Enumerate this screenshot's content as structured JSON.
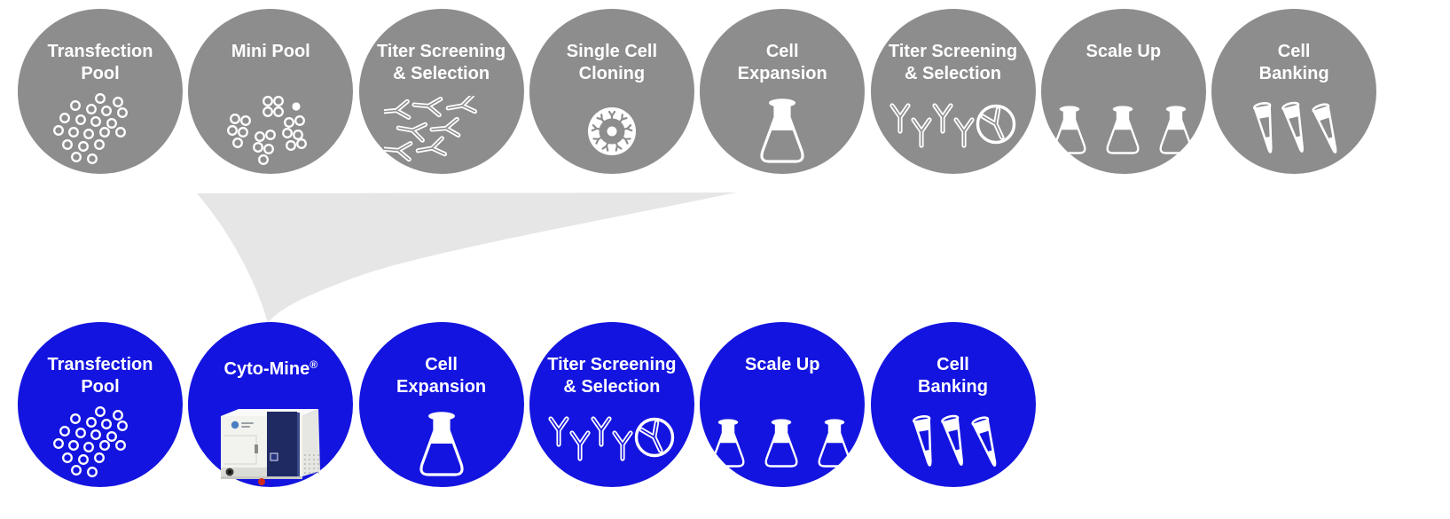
{
  "colors": {
    "top_circle_bg": "#8d8d8d",
    "bottom_circle_bg": "#1414e0",
    "funnel_fill": "#e6e6e6",
    "label_text": "#ffffff",
    "instrument_panel_navy": "#1f2a63",
    "instrument_body_white": "#f2f2ee",
    "instrument_led_red": "#cf2a1a"
  },
  "top_row": {
    "steps": [
      {
        "label": "Transfection\nPool",
        "icon": "scatter-cells-icon"
      },
      {
        "label": "Mini Pool",
        "icon": "clustered-cells-icon"
      },
      {
        "label": "Titer Screening\n& Selection",
        "icon": "antibodies-icon"
      },
      {
        "label": "Single Cell\nCloning",
        "icon": "single-cell-icon"
      },
      {
        "label": "Cell\nExpansion",
        "icon": "flask-icon"
      },
      {
        "label": "Titer Screening\n& Selection",
        "icon": "antibodies-selected-icon"
      },
      {
        "label": "Scale Up",
        "icon": "flasks-three-icon"
      },
      {
        "label": "Cell\nBanking",
        "icon": "cryovials-icon"
      }
    ]
  },
  "bottom_row": {
    "steps": [
      {
        "label": "Transfection\nPool",
        "icon": "scatter-cells-icon"
      },
      {
        "label": "Cyto-Mine",
        "sup": "®",
        "icon": "cytomine-instrument-icon"
      },
      {
        "label": "Cell\nExpansion",
        "icon": "flask-icon"
      },
      {
        "label": "Titer Screening\n& Selection",
        "icon": "antibodies-selected-icon"
      },
      {
        "label": "Scale Up",
        "icon": "flasks-three-icon"
      },
      {
        "label": "Cell\nBanking",
        "icon": "cryovials-icon"
      }
    ]
  },
  "funnel": {
    "meaning": "workflow condensation from conventional process to Cyto-Mine process"
  }
}
